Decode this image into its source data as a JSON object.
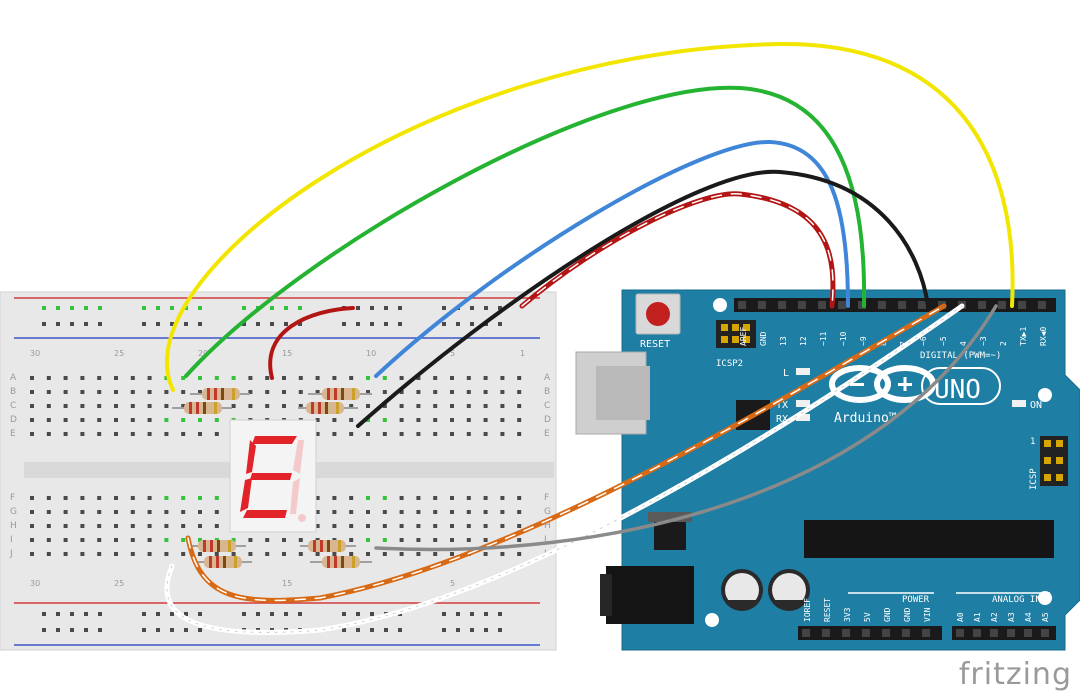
{
  "brand": "fritzing",
  "arduino": {
    "reset_label": "RESET",
    "icsp2_label": "ICSP2",
    "icsp_label": "ICSP",
    "icsp_pin1": "1",
    "logo_text": "UNO",
    "brand_text": "Arduino™",
    "digital_label": "DIGITAL (PWM=~)",
    "power_label": "POWER",
    "analog_label": "ANALOG IN",
    "on_label": "ON",
    "led_labels": [
      "L",
      "TX",
      "RX"
    ],
    "digital_pins": [
      "AREF",
      "GND",
      "13",
      "12",
      "~11",
      "~10",
      "~9",
      "8",
      "7",
      "~6",
      "~5",
      "4",
      "~3",
      "2",
      "TX▶1",
      "RX◀0"
    ],
    "power_pins": [
      "IOREF",
      "RESET",
      "3V3",
      "5V",
      "GND",
      "GND",
      "VIN"
    ],
    "analog_pins": [
      "A0",
      "A1",
      "A2",
      "A3",
      "A4",
      "A5"
    ]
  },
  "breadboard": {
    "row_letters_top": [
      "A",
      "B",
      "C",
      "D",
      "E"
    ],
    "row_letters_bottom": [
      "F",
      "G",
      "H",
      "I",
      "J"
    ],
    "column_numbers": [
      "30",
      "25",
      "20",
      "15",
      "10",
      "5",
      "1"
    ]
  },
  "display": {
    "digit": "E"
  },
  "colors": {
    "board": "#1e7ea3",
    "breadboard": "#e6e6e6",
    "wire_yellow": "#f2e600",
    "wire_green": "#25b332",
    "wire_blue": "#3f86d9",
    "wire_black": "#1a1a1a",
    "wire_red": "#b31515",
    "wire_orange": "#d86a16",
    "wire_white": "#ffffff",
    "wire_gray": "#8a8a8a",
    "segment_on": "#e3232a",
    "segment_off": "#f3c9c9"
  }
}
